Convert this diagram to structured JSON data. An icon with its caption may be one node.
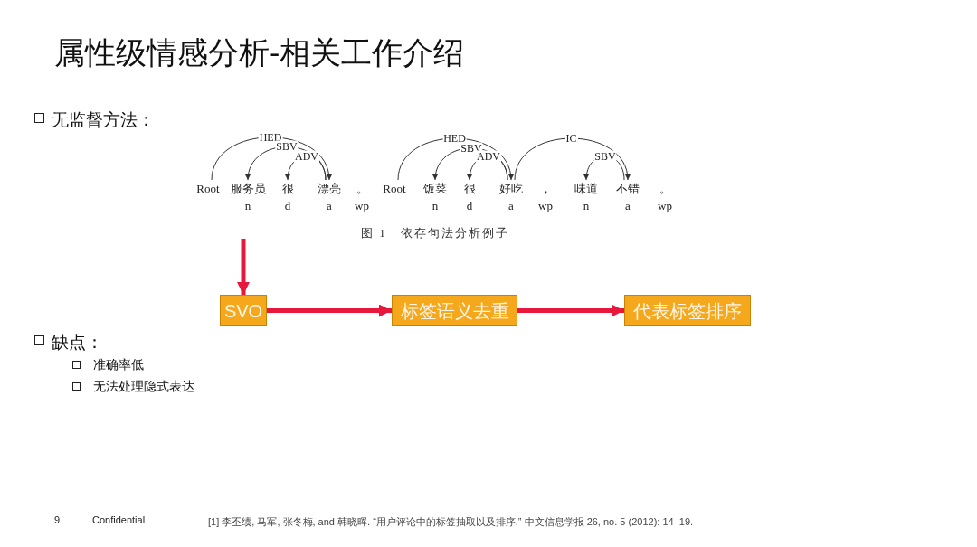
{
  "diagram": {
    "title": "属性级情感分析-相关工作介绍",
    "nodes": [
      {
        "text": [
          "Root"
        ]
      },
      {
        "text": [
          "服务员",
          "n"
        ]
      },
      {
        "text": [
          "很",
          "d"
        ]
      },
      {
        "text": [
          "漂亮",
          "a"
        ]
      },
      {
        "text": [
          "。",
          "wp"
        ]
      },
      {
        "text": [
          "Root"
        ]
      },
      {
        "text": [
          "饭菜",
          "n"
        ]
      },
      {
        "text": [
          "很",
          "d"
        ]
      },
      {
        "text": [
          "好吃",
          "a"
        ]
      },
      {
        "text": [
          "，",
          "wp"
        ]
      },
      {
        "text": [
          "味道",
          "n"
        ]
      },
      {
        "text": [
          "不错",
          "a"
        ]
      },
      {
        "text": [
          "。",
          "wp"
        ]
      },
      {
        "text": [
          "SVO"
        ]
      },
      {
        "text": [
          "标签语义去重"
        ]
      },
      {
        "text": [
          "代表标签排序"
        ]
      }
    ],
    "edges": [
      {
        "from": 0,
        "to": 3,
        "arrow": "to",
        "label": "HED"
      },
      {
        "from": 3,
        "to": 1,
        "arrow": "to",
        "label": "SBV"
      },
      {
        "from": 3,
        "to": 2,
        "arrow": "to",
        "label": "ADV"
      },
      {
        "from": 5,
        "to": 8,
        "arrow": "to",
        "label": "HED"
      },
      {
        "from": 8,
        "to": 6,
        "arrow": "to",
        "label": "SBV"
      },
      {
        "from": 8,
        "to": 7,
        "arrow": "to",
        "label": "ADV"
      },
      {
        "from": 8,
        "to": 11,
        "arrow": "to",
        "label": "IC"
      },
      {
        "from": 11,
        "to": 10,
        "arrow": "to",
        "label": "SBV"
      },
      {
        "from": null,
        "to": 13,
        "arrow": "to",
        "style": "thick",
        "color": "#e8173c"
      },
      {
        "from": 13,
        "to": 14,
        "arrow": "to",
        "style": "thick",
        "color": "#e8173c"
      },
      {
        "from": 14,
        "to": 15,
        "arrow": "to",
        "style": "thick",
        "color": "#e8173c"
      }
    ],
    "labels": [
      "无监督方法：",
      "图 1　依存句法分析例子",
      "缺点：",
      "准确率低",
      "无法处理隐式表达",
      "9",
      "Confidential",
      "[1] 李丕绩, 马军, 张冬梅, and 韩晓晖. “用户评论中的标签抽取以及排序.” 中文信息学报 26, no. 5 (2012): 14–19."
    ]
  }
}
